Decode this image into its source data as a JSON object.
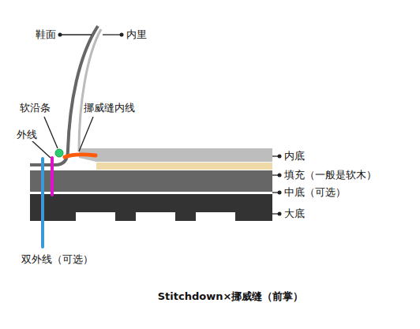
{
  "diagram": {
    "caption": "Stitchdown×挪威缝（前掌）",
    "labels": [
      "鞋面",
      "内里",
      "软沿条",
      "挪威缝内线",
      "外线",
      "内底",
      "填充（一般是软木）",
      "中底（可选）",
      "大底",
      "双外线（可选）"
    ]
  }
}
